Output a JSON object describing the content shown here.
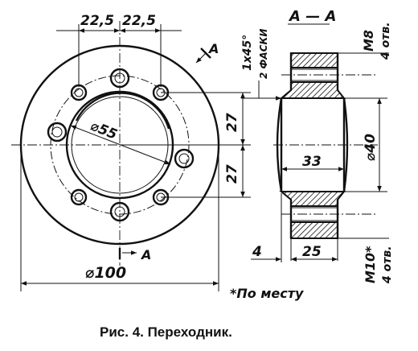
{
  "figure": {
    "caption": "Рис. 4. Переходник."
  },
  "front_view": {
    "dim_left_offset": "22,5",
    "dim_right_offset": "22,5",
    "dim_inner_diameter": "⌀55",
    "dim_upper_half": "27",
    "dim_lower_half": "27",
    "dim_outer_diameter": "⌀100",
    "section_mark_top": "A",
    "section_mark_bottom": "A"
  },
  "section_view": {
    "title": "A — A",
    "chamfer_note": "1x45°",
    "chamfer_count": "2 ФАСКИ",
    "thread_top": "M8",
    "thread_top_count": "4 отв.",
    "dim_bore": "⌀40",
    "dim_hub_width": "33",
    "dim_flange_width": "25",
    "dim_shoulder": "4",
    "thread_bottom": "M10*",
    "thread_bottom_count": "4 отв.",
    "footnote": "*По месту"
  }
}
